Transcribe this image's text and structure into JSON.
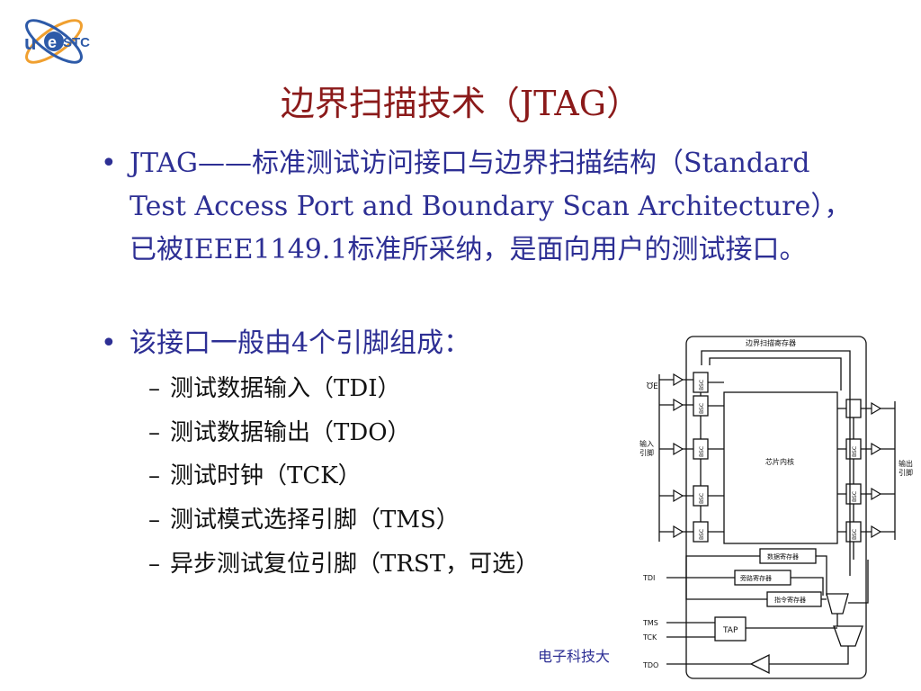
{
  "logo": {
    "text_u": "u",
    "text_e": "e",
    "text_stc": "STC"
  },
  "title": "边界扫描技术（JTAG）",
  "bullets": [
    "JTAG——标准测试访问接口与边界扫描结构（Standard Test Access Port and Boundary Scan Architecture），已被IEEE1149.1标准所采纳，是面向用户的测试接口。",
    "该接口一般由4个引脚组成："
  ],
  "sub_items": [
    "测试数据输入（TDI）",
    "测试数据输出（TDO）",
    "测试时钟（TCK）",
    "测试模式选择引脚（TMS）",
    "异步测试复位引脚（TRST，可选）"
  ],
  "footer": "电子科技大",
  "diagram": {
    "boundary_register": "边界扫描寄存器",
    "core": "芯片内核",
    "input_pins": [
      "输入",
      "引脚"
    ],
    "output_pins": [
      "输出",
      "引脚"
    ],
    "oe": "OE",
    "bsc": "BSC",
    "data_register": "数据寄存器",
    "bypass_register": "旁路寄存器",
    "instruction_register": "指令寄存器",
    "tap": "TAP",
    "tdi": "TDI",
    "tms": "TMS",
    "tck": "TCK",
    "tdo": "TDO"
  }
}
